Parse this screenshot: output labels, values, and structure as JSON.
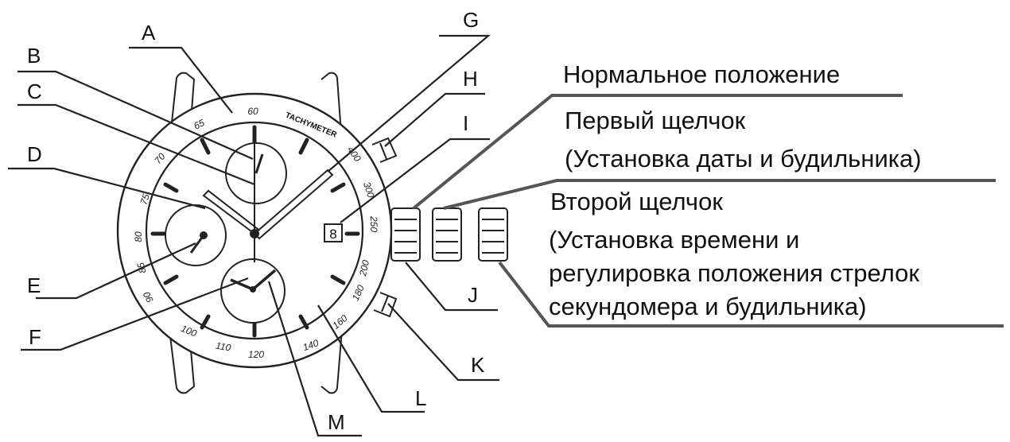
{
  "callouts": {
    "A": "A",
    "B": "B",
    "C": "C",
    "D": "D",
    "E": "E",
    "F": "F",
    "G": "G",
    "H": "H",
    "I": "I",
    "J": "J",
    "K": "K",
    "L": "L",
    "M": "M"
  },
  "crown_positions": {
    "normal": "Нормальное положение",
    "first_click": "Первый щелчок",
    "first_click_desc": "(Установка даты и будильника)",
    "second_click": "Второй щелчок",
    "second_click_desc_1": "(Установка времени и",
    "second_click_desc_2": "регулировка положения стрелок",
    "second_click_desc_3": "секундомера и будильника)"
  },
  "watch": {
    "date": "8",
    "tachymeter_label": "TACHYMETER",
    "bezel_numbers": [
      "60",
      "65",
      "70",
      "75",
      "80",
      "85",
      "90",
      "100",
      "110",
      "120",
      "140",
      "160",
      "180",
      "200",
      "250",
      "300",
      "400"
    ]
  }
}
